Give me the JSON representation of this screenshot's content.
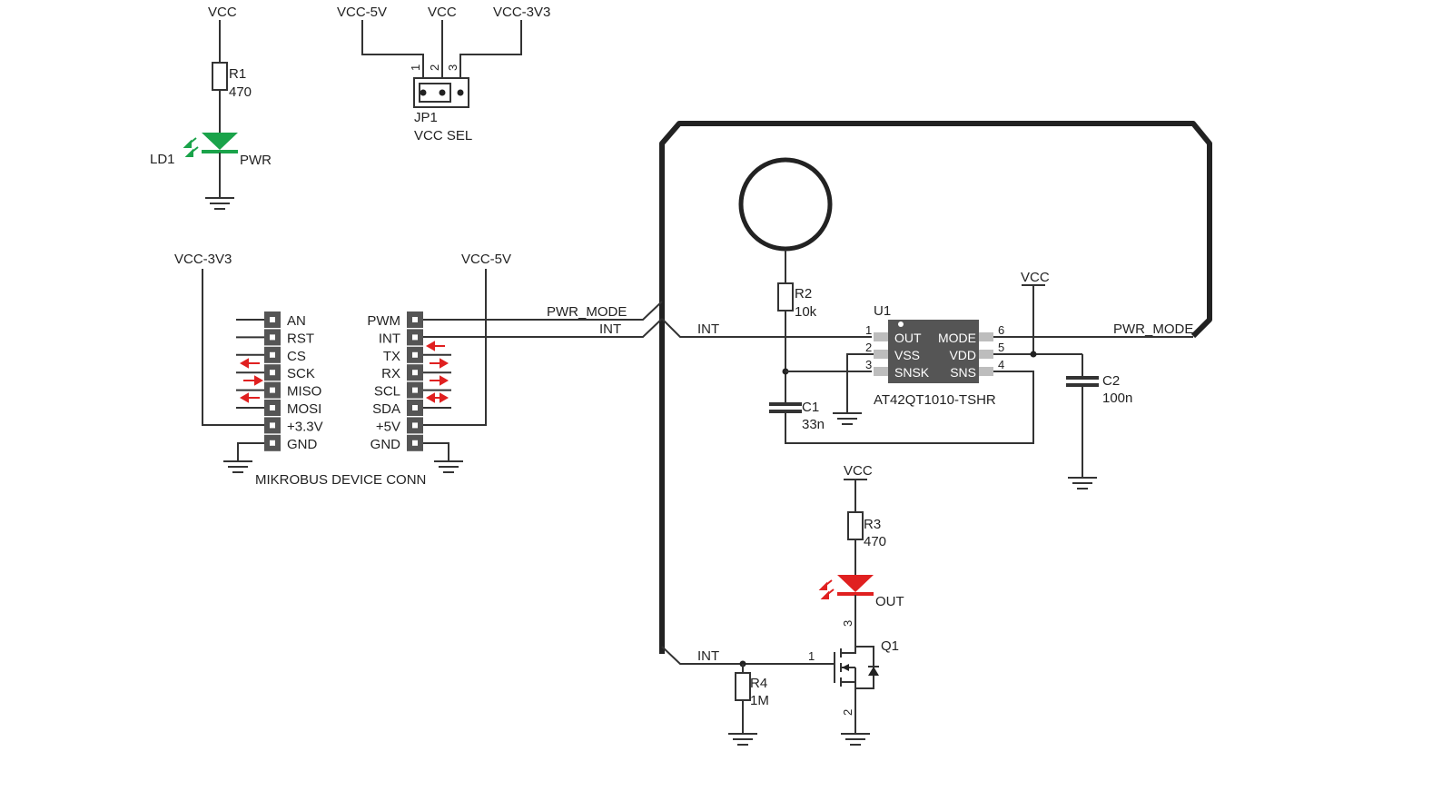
{
  "labels": {
    "vcc_ld1": "VCC",
    "r1": "R1",
    "r1_val": "470",
    "ld1": "LD1",
    "pwr": "PWR",
    "jp1_vcc5v": "VCC-5V",
    "jp1_vcc": "VCC",
    "jp1_vcc3v3": "VCC-3V3",
    "jp1_p1": "1",
    "jp1_p2": "2",
    "jp1_p3": "3",
    "jp1": "JP1",
    "jp1_desc": "VCC SEL",
    "mb_vcc3v3": "VCC-3V3",
    "mb_vcc5v": "VCC-5V",
    "mb_title": "MIKROBUS DEVICE CONN",
    "net_pwr_mode_left": "PWR_MODE",
    "net_int_left": "INT",
    "net_int_u1": "INT",
    "net_pwr_mode_right": "PWR_MODE",
    "net_int_q1": "INT",
    "r2": "R2",
    "r2_val": "10k",
    "c1": "C1",
    "c1_val": "33n",
    "u1": "U1",
    "u1_part": "AT42QT1010-TSHR",
    "u1_out": "OUT",
    "u1_vss": "VSS",
    "u1_snsk": "SNSK",
    "u1_mode": "MODE",
    "u1_vdd": "VDD",
    "u1_sns": "SNS",
    "u1_p1": "1",
    "u1_p2": "2",
    "u1_p3": "3",
    "u1_p4": "4",
    "u1_p5": "5",
    "u1_p6": "6",
    "vcc_u1": "VCC",
    "c2": "C2",
    "c2_val": "100n",
    "vcc_r3": "VCC",
    "r3": "R3",
    "r3_val": "470",
    "out": "OUT",
    "q1": "Q1",
    "q1_p1": "1",
    "q1_p2": "2",
    "q1_p3": "3",
    "r4": "R4",
    "r4_val": "1M"
  },
  "mikrobus_left": [
    "AN",
    "RST",
    "CS",
    "SCK",
    "MISO",
    "MOSI",
    "+3.3V",
    "GND"
  ],
  "mikrobus_right": [
    "PWM",
    "INT",
    "TX",
    "RX",
    "SCL",
    "SDA",
    "+5V",
    "GND"
  ],
  "colors": {
    "led_pwr": "#1aa34a",
    "led_out": "#e02020",
    "arrow": "#e02020",
    "chip": "#555555",
    "pad": "#bdbdbd"
  }
}
